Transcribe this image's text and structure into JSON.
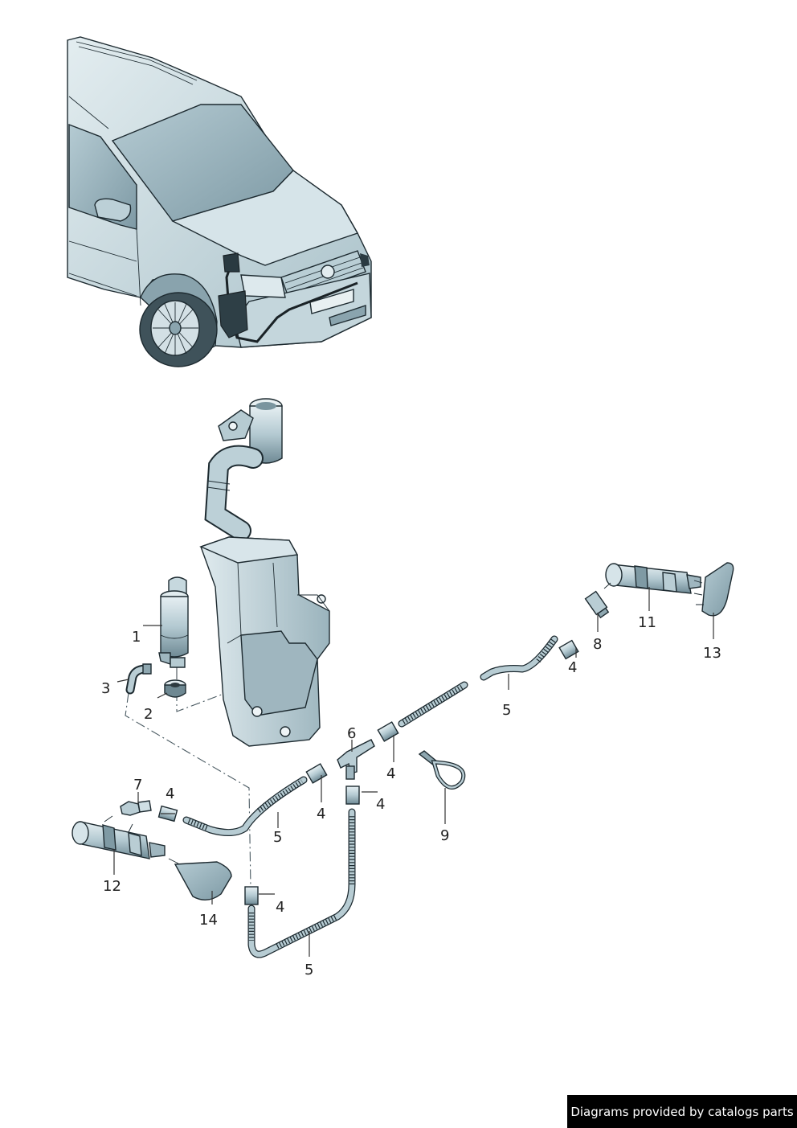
{
  "colors": {
    "background": "#ffffff",
    "part_fill": "#c9dbe1",
    "part_shade": "#9fb8c1",
    "part_dark": "#6d8791",
    "outline": "#1d2a30",
    "badge_bg": "#000000",
    "badge_text": "#ffffff"
  },
  "callouts": [
    {
      "id": "1",
      "label": "1"
    },
    {
      "id": "2",
      "label": "2"
    },
    {
      "id": "3",
      "label": "3"
    },
    {
      "id": "4a",
      "label": "4"
    },
    {
      "id": "4b",
      "label": "4"
    },
    {
      "id": "4c",
      "label": "4"
    },
    {
      "id": "4d",
      "label": "4"
    },
    {
      "id": "4e",
      "label": "4"
    },
    {
      "id": "4f",
      "label": "4"
    },
    {
      "id": "5a",
      "label": "5"
    },
    {
      "id": "5b",
      "label": "5"
    },
    {
      "id": "5c",
      "label": "5"
    },
    {
      "id": "6",
      "label": "6"
    },
    {
      "id": "7",
      "label": "7"
    },
    {
      "id": "8",
      "label": "8"
    },
    {
      "id": "9",
      "label": "9"
    },
    {
      "id": "11",
      "label": "11"
    },
    {
      "id": "12",
      "label": "12"
    },
    {
      "id": "13",
      "label": "13"
    },
    {
      "id": "14",
      "label": "14"
    }
  ],
  "watermark": "Diagrams provided by catalogs parts"
}
